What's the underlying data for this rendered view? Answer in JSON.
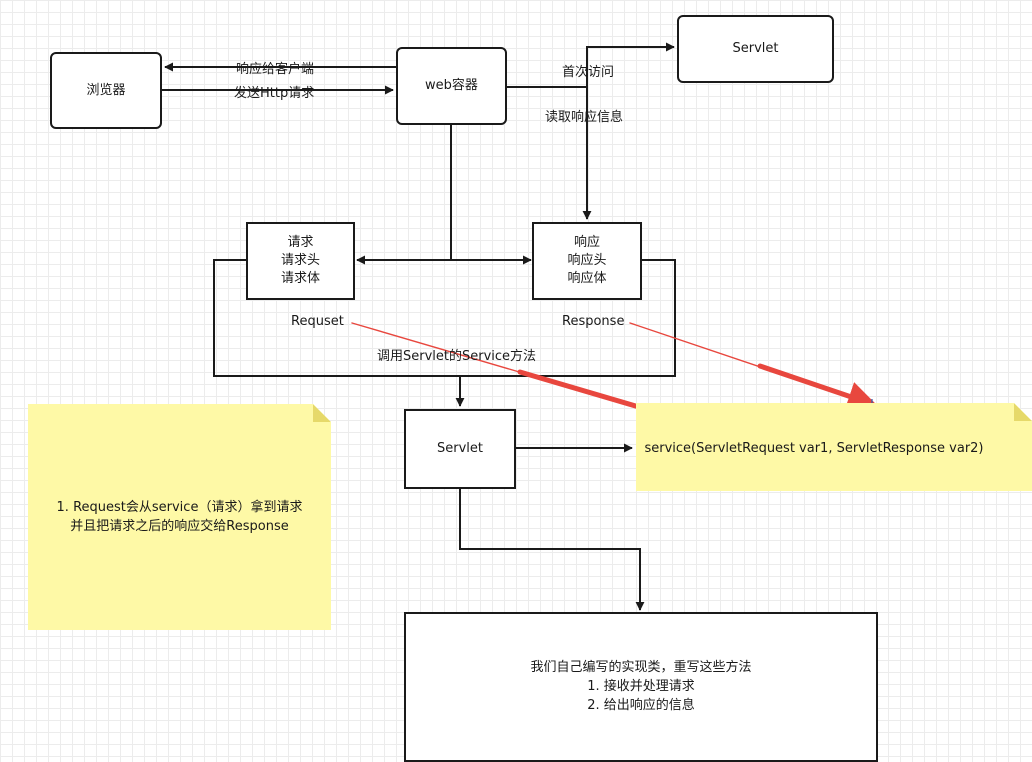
{
  "nodes": {
    "browser": "浏览器",
    "web_container": "web容器",
    "servlet_top": "Servlet",
    "request_box": [
      "请求",
      "请求头",
      "请求体"
    ],
    "response_box": [
      "响应",
      "响应头",
      "响应体"
    ],
    "servlet_mid": "Servlet",
    "implementation": [
      "我们自己编写的实现类，重写这些方法",
      "1. 接收并处理请求",
      "2. 给出响应的信息"
    ]
  },
  "labels": {
    "respond_to_client": "响应给客户端",
    "send_http_request": "发送Http请求",
    "first_visit": "首次访问",
    "read_response": "读取响应信息",
    "request_name": "Requset",
    "response_name": "Response",
    "call_service": "调用Servlet的Service方法"
  },
  "notes": {
    "left": [
      "1. Request会从service（请求）拿到请求",
      "并且把请求之后的响应交给Response"
    ],
    "right": "service(ServletRequest var1, ServletResponse var2)"
  },
  "colors": {
    "line": "#1a1a1a",
    "annotation_arrow": "#e8473e",
    "note_fill": "#fef9a6"
  }
}
